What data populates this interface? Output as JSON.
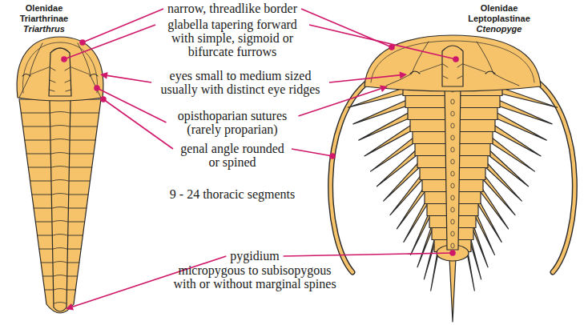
{
  "diagram": {
    "labels": [
      "Olenidae",
      "Triarthrinae",
      "Triarthrus",
      "narrow, threadlike border",
      "glabella tapering forward with simple, sigmoid or bifurcate furrows",
      "eyes small to medium sized usually with distinct eye ridges",
      "opisthoparian sutures (rarely proparian)",
      "genal angle rounded or spined",
      "Olenidae",
      "Leptoplastinae",
      "Ctenopyge",
      "9 - 24 thoracic segments",
      "pygidium",
      "micropygous to subisopygous with or without marginal spines"
    ]
  }
}
